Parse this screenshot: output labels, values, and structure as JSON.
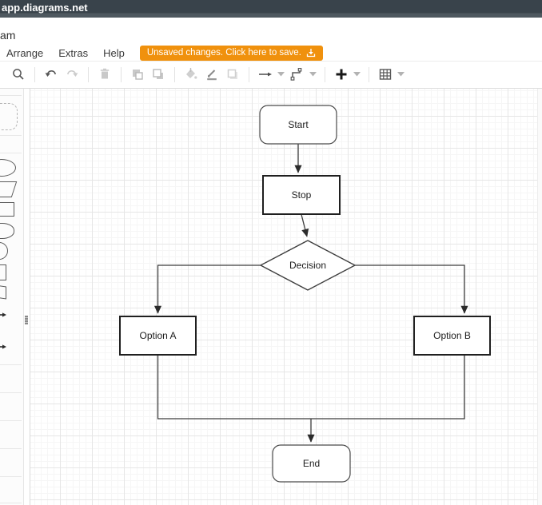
{
  "colors": {
    "titlebar": "#39434b",
    "titlebar_lower_strip": "#4e585f",
    "accent_orange": "#F0910D",
    "node_fill": "#ffffff",
    "node_stroke": "#303030",
    "edge_stroke": "#3c3c3c",
    "grid_minor": "#f6f6f6",
    "grid_major": "#e6e6e6"
  },
  "titlebar": {
    "title": "app.diagrams.net"
  },
  "header": {
    "filename_fragment": "am",
    "menus": [
      {
        "label": "Arrange"
      },
      {
        "label": "Extras"
      },
      {
        "label": "Help"
      }
    ],
    "unsaved_button": {
      "label": "Unsaved changes. Click here to save.",
      "icon": "download-icon"
    }
  },
  "toolbar": {
    "items": [
      {
        "name": "zoom",
        "icon": "magnifier-icon",
        "enabled": true
      },
      {
        "name": "undo",
        "icon": "undo-icon",
        "enabled": true
      },
      {
        "name": "redo",
        "icon": "redo-icon",
        "enabled": false
      },
      {
        "name": "delete",
        "icon": "trash-icon",
        "enabled": false
      },
      {
        "name": "to-front",
        "icon": "to-front-icon",
        "enabled": false
      },
      {
        "name": "to-back",
        "icon": "to-back-icon",
        "enabled": false
      },
      {
        "name": "fill-color",
        "icon": "fill-color-icon",
        "enabled": false
      },
      {
        "name": "line-color",
        "icon": "line-color-icon",
        "enabled": true
      },
      {
        "name": "shadow",
        "icon": "shadow-icon",
        "enabled": false
      },
      {
        "name": "connection",
        "icon": "arrow-icon",
        "enabled": true,
        "has_dropdown": true
      },
      {
        "name": "waypoints",
        "icon": "waypoints-icon",
        "enabled": true,
        "has_dropdown": true
      },
      {
        "name": "insert",
        "icon": "plus-icon",
        "enabled": true,
        "has_dropdown": true
      },
      {
        "name": "table",
        "icon": "table-icon",
        "enabled": true,
        "has_dropdown": true
      }
    ]
  },
  "sidebar": {
    "shapes": [
      "rounded-rectangle",
      "ellipse",
      "parallelogram",
      "rectangle",
      "document",
      "circle",
      "square",
      "quad",
      "arrow",
      "arrow"
    ]
  },
  "diagram": {
    "nodes": [
      {
        "id": "start",
        "label": "Start",
        "shape": "rounded-rectangle"
      },
      {
        "id": "stop",
        "label": "Stop",
        "shape": "rectangle"
      },
      {
        "id": "decision",
        "label": "Decision",
        "shape": "diamond"
      },
      {
        "id": "optionA",
        "label": "Option A",
        "shape": "rectangle"
      },
      {
        "id": "optionB",
        "label": "Option B",
        "shape": "rectangle"
      },
      {
        "id": "end",
        "label": "End",
        "shape": "rounded-rectangle"
      }
    ],
    "edges": [
      {
        "from": "Start",
        "to": "Stop"
      },
      {
        "from": "Stop",
        "to": "Decision"
      },
      {
        "from": "Decision",
        "to": "Option A"
      },
      {
        "from": "Decision",
        "to": "Option B"
      },
      {
        "from": "Option A",
        "to": "End"
      },
      {
        "from": "Option B",
        "to": "End"
      }
    ]
  }
}
